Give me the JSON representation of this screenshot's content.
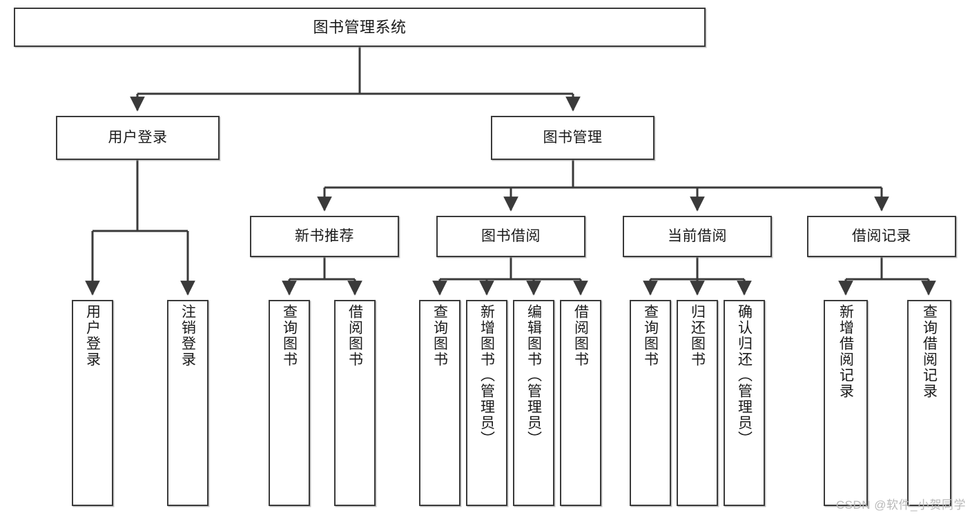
{
  "diagram": {
    "title": "图书管理系统",
    "type": "tree",
    "orientation": "top-down",
    "line_color": "#3a3a3a",
    "box_fill": "#ffffff",
    "text_color": "#1a1a1a",
    "nodes": {
      "root": {
        "label": "图书管理系统",
        "level": 1,
        "text_direction": "horizontal"
      },
      "l2": [
        {
          "id": "user_login",
          "label": "用户登录",
          "level": 2,
          "text_direction": "horizontal"
        },
        {
          "id": "book_manage",
          "label": "图书管理",
          "level": 2,
          "text_direction": "horizontal"
        }
      ],
      "l3": [
        {
          "id": "new_book_rec",
          "label": "新书推荐",
          "level": 3,
          "text_direction": "horizontal"
        },
        {
          "id": "book_borrow",
          "label": "图书借阅",
          "level": 3,
          "text_direction": "horizontal"
        },
        {
          "id": "current_borrow",
          "label": "当前借阅",
          "level": 3,
          "text_direction": "horizontal"
        },
        {
          "id": "borrow_record",
          "label": "借阅记录",
          "level": 3,
          "text_direction": "horizontal"
        }
      ],
      "leaves": {
        "user_login": [
          {
            "id": "leaf_user_login",
            "label": "用户登录"
          },
          {
            "id": "leaf_user_logout",
            "label": "注销登录"
          }
        ],
        "new_book_rec": [
          {
            "id": "leaf_query_book_1",
            "label": "查询图书"
          },
          {
            "id": "leaf_borrow_book_1",
            "label": "借阅图书"
          }
        ],
        "book_borrow": [
          {
            "id": "leaf_query_book_2",
            "label": "查询图书"
          },
          {
            "id": "leaf_add_book",
            "label": "新增图书（管理员）"
          },
          {
            "id": "leaf_edit_book",
            "label": "编辑图书（管理员）"
          },
          {
            "id": "leaf_borrow_book_2",
            "label": "借阅图书"
          }
        ],
        "current_borrow": [
          {
            "id": "leaf_query_book_3",
            "label": "查询图书"
          },
          {
            "id": "leaf_return_book",
            "label": "归还图书"
          },
          {
            "id": "leaf_confirm_return",
            "label": "确认归还（管理员）"
          }
        ],
        "borrow_record": [
          {
            "id": "leaf_add_record",
            "label": "新增借阅记录"
          },
          {
            "id": "leaf_query_record",
            "label": "查询借阅记录"
          }
        ]
      }
    }
  },
  "watermark": {
    "text": "CSDN @软件_小贺同学"
  }
}
